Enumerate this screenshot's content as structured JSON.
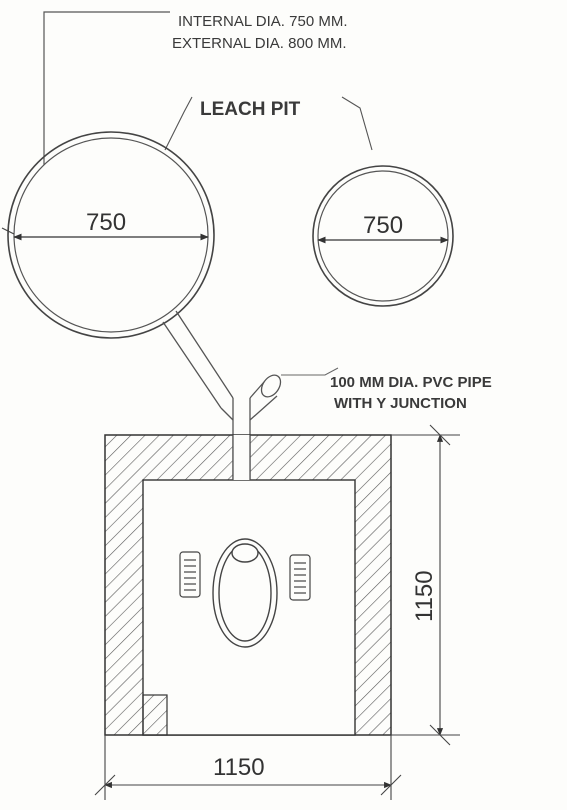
{
  "labels": {
    "internal_dia": "INTERNAL DIA. 750 MM.",
    "external_dia": "EXTERNAL DIA. 800 MM.",
    "leach_pit": "LEACH PIT",
    "pipe_line1": "100 MM DIA. PVC PIPE",
    "pipe_line2": "WITH Y JUNCTION"
  },
  "dimensions": {
    "left_pit": "750",
    "right_pit": "750",
    "height": "1150",
    "width": "1150"
  },
  "colors": {
    "ink": "#3a3a3a",
    "paper": "#fdfdfb"
  }
}
